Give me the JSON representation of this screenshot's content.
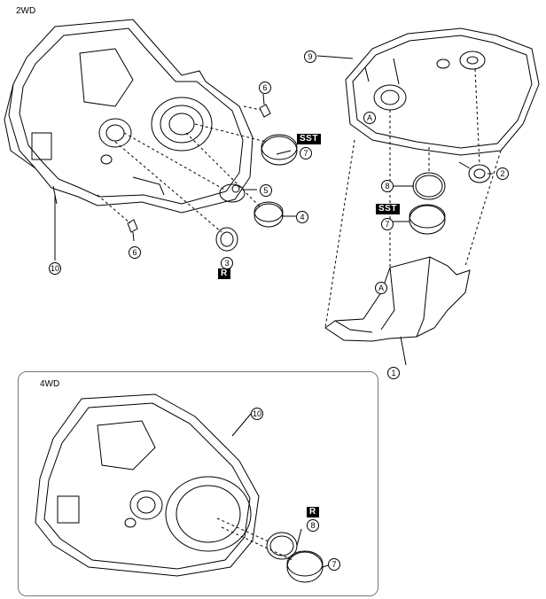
{
  "sections": {
    "top": "2WD",
    "bottom": "4WD"
  },
  "tags": {
    "sst": "SST",
    "r": "R"
  },
  "callouts": {
    "n1": "1",
    "n2": "2",
    "n3": "3",
    "n4": "4",
    "n5": "5",
    "n6": "6",
    "n7": "7",
    "n8": "8",
    "n9": "9",
    "n10": "10",
    "a": "A"
  }
}
